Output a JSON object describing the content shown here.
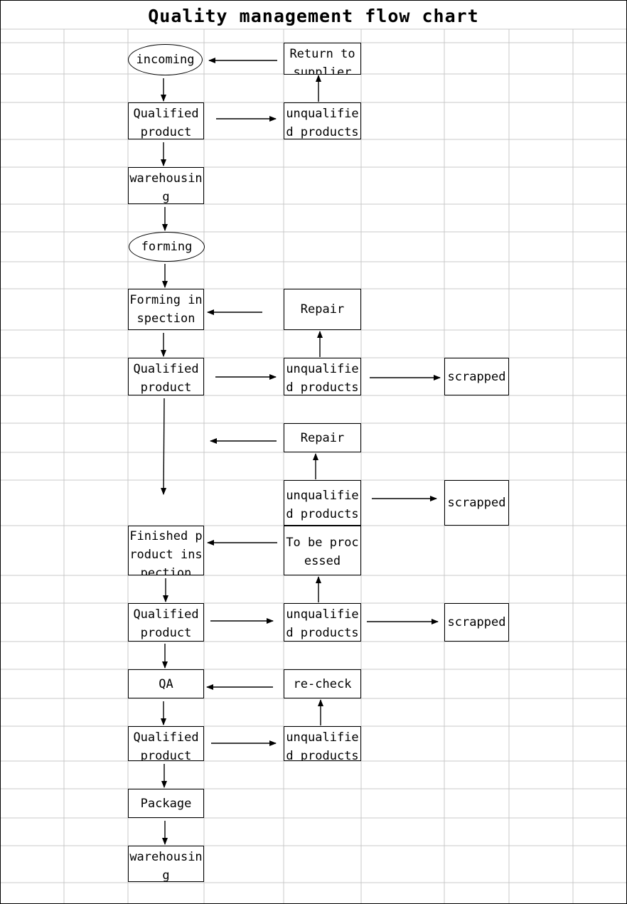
{
  "title": "Quality management flow chart",
  "colors": {
    "grid": "#c8c8c8",
    "line": "#000000"
  },
  "nodes": {
    "incoming": "incoming",
    "return_to_supplier": "Return to supplier",
    "qualified_1": "Qualified product",
    "unqualified_1": "unqualified products",
    "warehousing_1": "warehousing",
    "forming": "forming",
    "forming_inspection": "Forming inspection",
    "repair_1": "Repair",
    "qualified_2": "Qualified product",
    "unqualified_2": "unqualified products",
    "scrapped_1": "scrapped",
    "repair_2": "Repair",
    "unqualified_3": "unqualified products",
    "scrapped_2": "scrapped",
    "finished_inspection": "Finished product inspection",
    "to_be_processed": "To be processed",
    "qualified_3": "Qualified product",
    "unqualified_4": "unqualified products",
    "scrapped_3": "scrapped",
    "qa": "QA",
    "recheck": "re-check",
    "qualified_4": "Qualified product",
    "unqualified_5": "unqualified products",
    "package": "Package",
    "warehousing_2": "warehousing"
  }
}
